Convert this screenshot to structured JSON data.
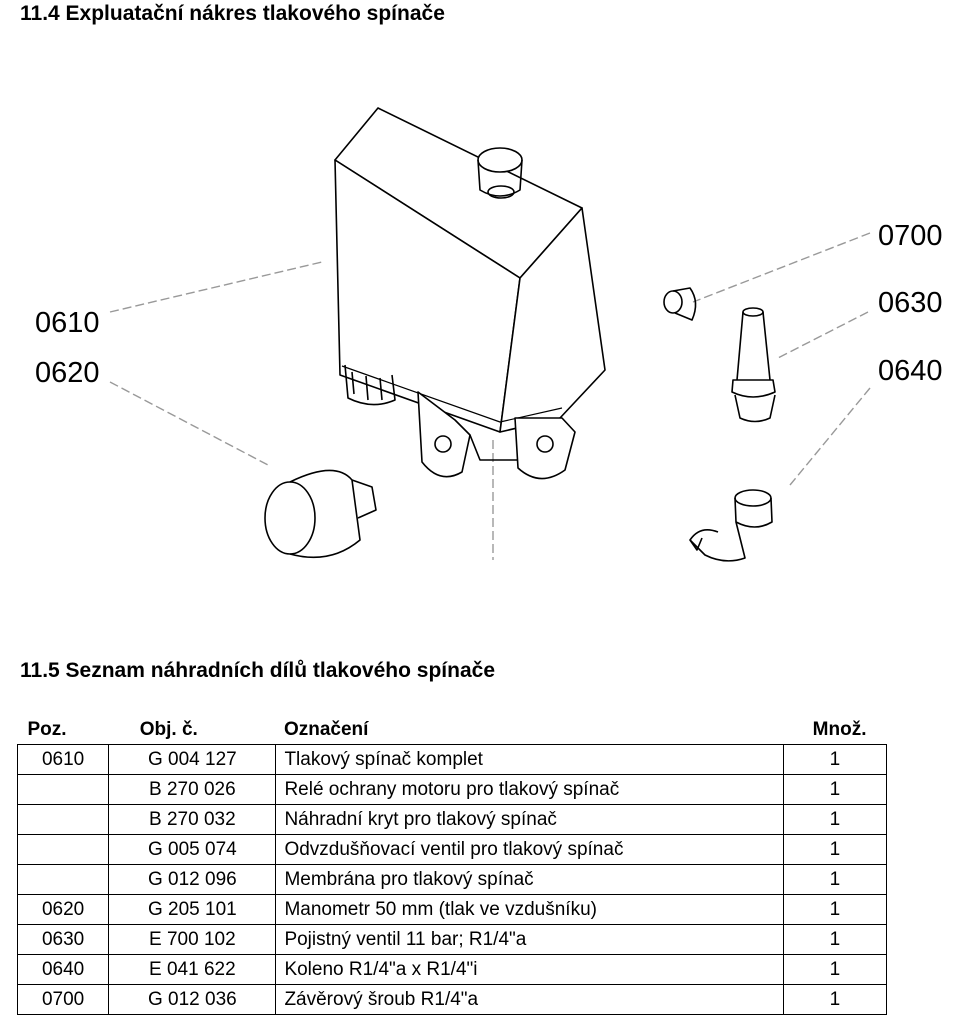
{
  "section1_title": "11.4 Expluatační nákres tlakového spínače",
  "section2_title": "11.5 Seznam náhradních dílů tlakového spínače",
  "callouts": {
    "c0700": "0700",
    "c0630": "0630",
    "c0640": "0640",
    "c0610": "0610",
    "c0620": "0620"
  },
  "table": {
    "headers": {
      "poz": "Poz.",
      "obj": "Obj. č.",
      "name": "Označení",
      "qty": "Množ."
    },
    "rows": [
      {
        "poz": "0610",
        "obj": "G 004 127",
        "name": "Tlakový spínač komplet",
        "qty": "1"
      },
      {
        "poz": "",
        "obj": "B 270 026",
        "name": "Relé ochrany motoru pro tlakový spínač",
        "qty": "1"
      },
      {
        "poz": "",
        "obj": "B 270 032",
        "name": "Náhradní kryt pro tlakový spínač",
        "qty": "1"
      },
      {
        "poz": "",
        "obj": "G 005 074",
        "name": "Odvzdušňovací ventil pro tlakový spínač",
        "qty": "1"
      },
      {
        "poz": "",
        "obj": "G 012 096",
        "name": "Membrána pro tlakový spínač",
        "qty": "1"
      },
      {
        "poz": "0620",
        "obj": "G 205 101",
        "name": "Manometr 50 mm (tlak ve vzdušníku)",
        "qty": "1"
      },
      {
        "poz": "0630",
        "obj": "E 700 102",
        "name": "Pojistný ventil 11 bar; R1/4\"a",
        "qty": "1"
      },
      {
        "poz": "0640",
        "obj": "E 041 622",
        "name": "Koleno R1/4\"a x R1/4\"i",
        "qty": "1"
      },
      {
        "poz": "0700",
        "obj": "G 012 036",
        "name": "Závěrový šroub R1/4\"a",
        "qty": "1"
      }
    ]
  }
}
